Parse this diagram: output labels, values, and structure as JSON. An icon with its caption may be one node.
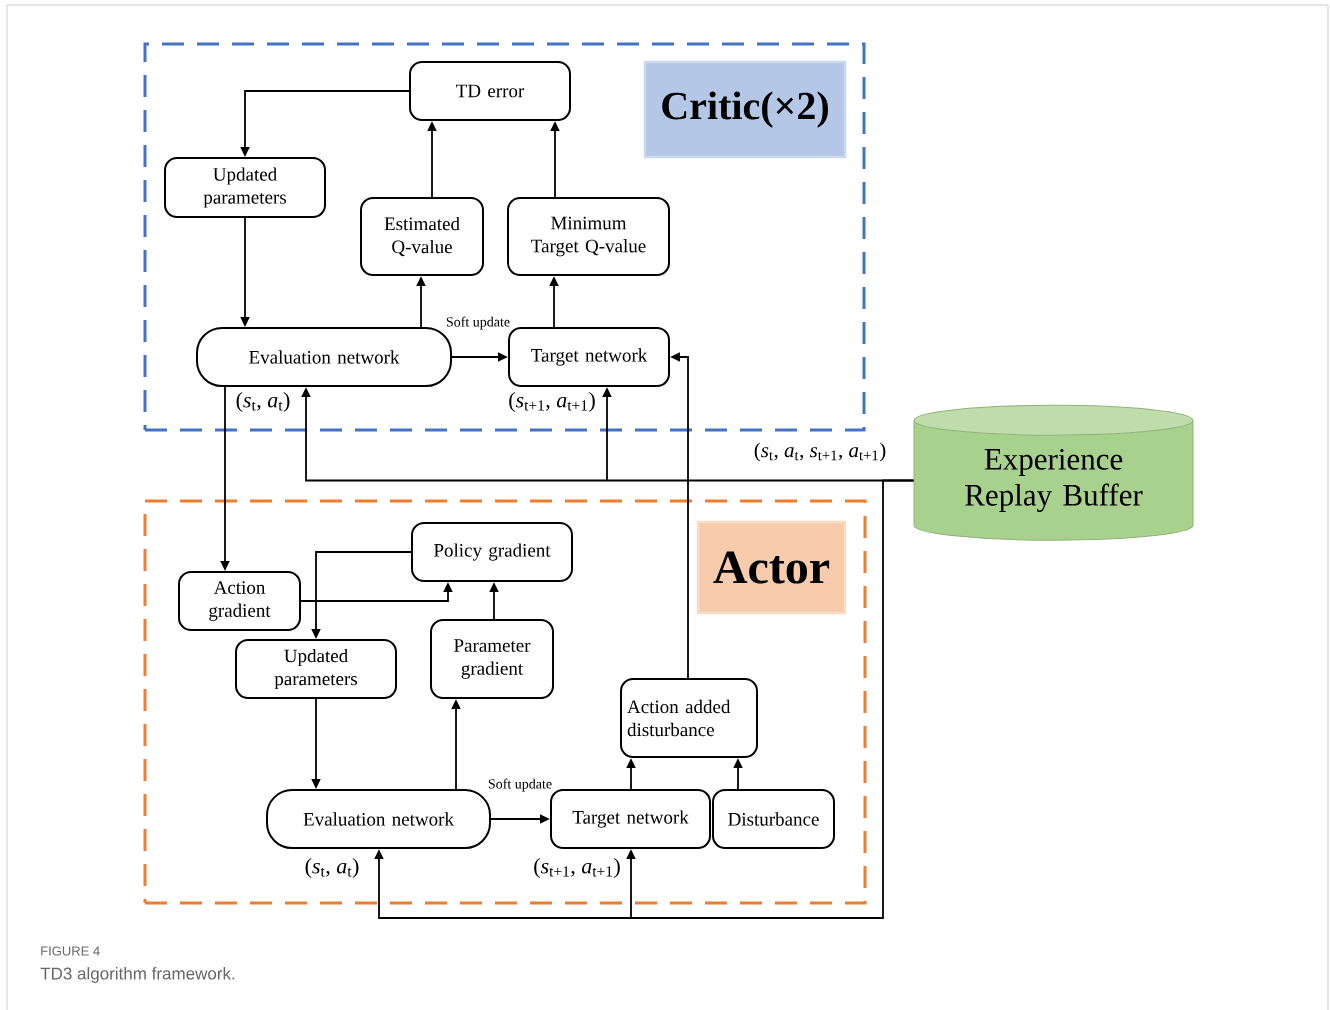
{
  "diagram": {
    "caption": "TD3 algorithm framework.",
    "nodes": [
      {
        "text": [],
        "shape": "box"
      },
      {
        "text": [
          "TD error"
        ],
        "in": 0
      },
      {
        "text": [
          "Critic(×2)"
        ],
        "in": 0
      },
      {
        "text": [
          "Updated parameters"
        ],
        "in": 0
      },
      {
        "text": [
          "Estimated Q-value"
        ],
        "in": 0
      },
      {
        "text": [
          "Minimum Target Q-value"
        ],
        "in": 0
      },
      {
        "text": [
          "Evaluation network"
        ],
        "in": 0,
        "beside": [
          "(*s*$_{t}$, *a*$_{t}$)"
        ]
      },
      {
        "text": [
          "Target network"
        ],
        "in": 0,
        "beside": [
          "(*s*$_{t+1}$, *a*$_{t+1}$)"
        ]
      },
      {
        "text": [
          "Experience Replay Buffer"
        ]
      },
      {
        "text": [],
        "shape": "box"
      },
      {
        "text": [
          "Policy gradient"
        ],
        "in": 9
      },
      {
        "text": [
          "Actor"
        ],
        "in": 9
      },
      {
        "text": [
          "Action gradient"
        ],
        "in": 9
      },
      {
        "text": [
          "Parameter gradient"
        ],
        "in": 9
      },
      {
        "text": [
          "Updated parameters"
        ],
        "in": 9
      },
      {
        "text": [
          "Action added disturbance"
        ],
        "in": 9
      },
      {
        "text": [
          "Evaluation network"
        ],
        "in": 9,
        "beside": [
          "(*s*$_{t}$, *a*$_{t}$)"
        ]
      },
      {
        "text": [
          "Target network"
        ],
        "in": 9,
        "beside": [
          "(*s*$_{t+1}$, *a*$_{t+1}$)"
        ]
      },
      {
        "text": [
          "Disturbance"
        ],
        "in": 9
      }
    ],
    "edges": [
      {
        "from": 1,
        "to": 3,
        "arrow": "to"
      },
      {
        "from": 3,
        "to": 6,
        "arrow": "to"
      },
      {
        "from": 6,
        "to": 4,
        "arrow": "to"
      },
      {
        "from": 4,
        "to": 1,
        "arrow": "to"
      },
      {
        "from": 7,
        "to": 5,
        "arrow": "to"
      },
      {
        "from": 5,
        "to": 1,
        "arrow": "to"
      },
      {
        "from": 6,
        "to": 7,
        "arrow": "to",
        "label": "Soft update"
      },
      {
        "from": 8,
        "to": 6,
        "arrow": "to",
        "label": "(*s*$_{t}$, *a*$_{t}$, *s*$_{t+1}$, *a*$_{t+1}$)"
      },
      {
        "from": 8,
        "to": 7,
        "arrow": "to"
      },
      {
        "from": 6,
        "to": 12,
        "arrow": "to"
      },
      {
        "from": 12,
        "to": 10,
        "arrow": "to"
      },
      {
        "from": 10,
        "to": 14,
        "arrow": "to"
      },
      {
        "from": 14,
        "to": 16,
        "arrow": "to"
      },
      {
        "from": 16,
        "to": 13,
        "arrow": "to"
      },
      {
        "from": 13,
        "to": 10,
        "arrow": "to"
      },
      {
        "from": 16,
        "to": 17,
        "arrow": "to",
        "label": "Soft update"
      },
      {
        "from": 17,
        "to": 15,
        "arrow": "to"
      },
      {
        "from": 18,
        "to": 15,
        "arrow": "to"
      },
      {
        "from": 15,
        "to": 7,
        "arrow": "to"
      },
      {
        "from": 8,
        "to": 16,
        "arrow": "to"
      },
      {
        "from": 8,
        "to": 17,
        "arrow": "to"
      }
    ],
    "labels": [
      "FIGURE 4"
    ]
  }
}
